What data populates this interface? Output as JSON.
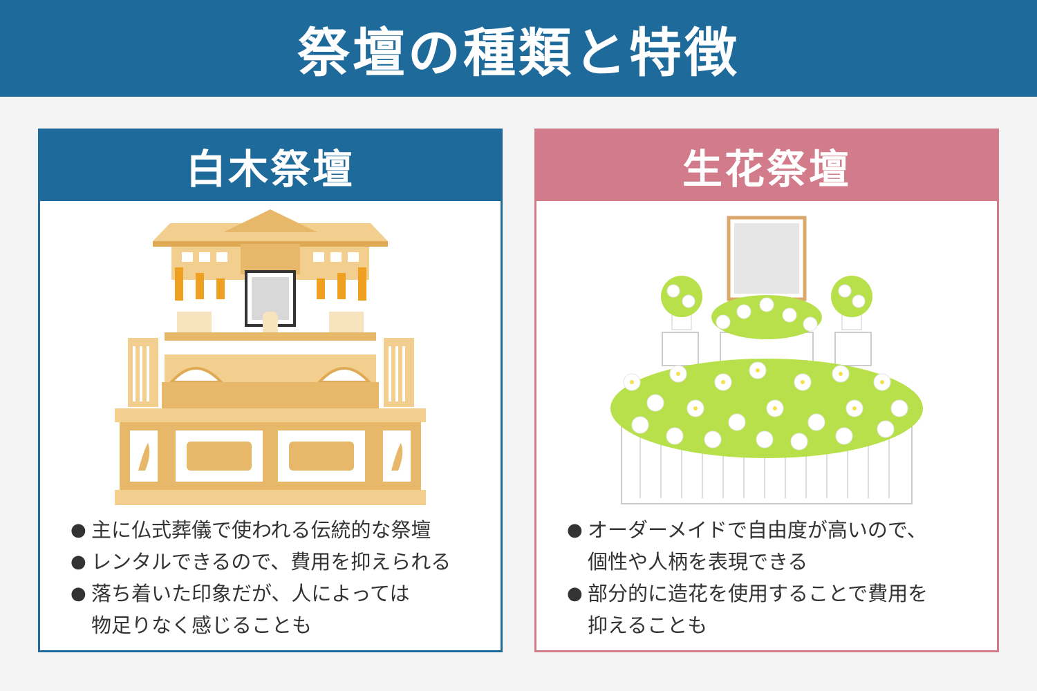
{
  "title": "祭壇の種類と特徴",
  "colors": {
    "blue": "#1e6a9b",
    "pink": "#d27b8a",
    "gold": "#e8b86a",
    "green": "#b8e04a"
  },
  "left": {
    "heading": "白木祭壇",
    "bullets": [
      {
        "marker": "●",
        "lines": [
          "主に仏式葬儀で使われる伝統的な祭壇"
        ]
      },
      {
        "marker": "●",
        "lines": [
          "レンタルできるので、費用を抑えられる"
        ]
      },
      {
        "marker": "●",
        "lines": [
          "落ち着いた印象だが、人によっては",
          "物足りなく感じることも"
        ]
      }
    ]
  },
  "right": {
    "heading": "生花祭壇",
    "bullets": [
      {
        "marker": "●",
        "lines": [
          "オーダーメイドで自由度が高いので、",
          "個性や人柄を表現できる"
        ]
      },
      {
        "marker": "●",
        "lines": [
          "部分的に造花を使用することで費用を",
          "抑えることも"
        ]
      }
    ]
  }
}
